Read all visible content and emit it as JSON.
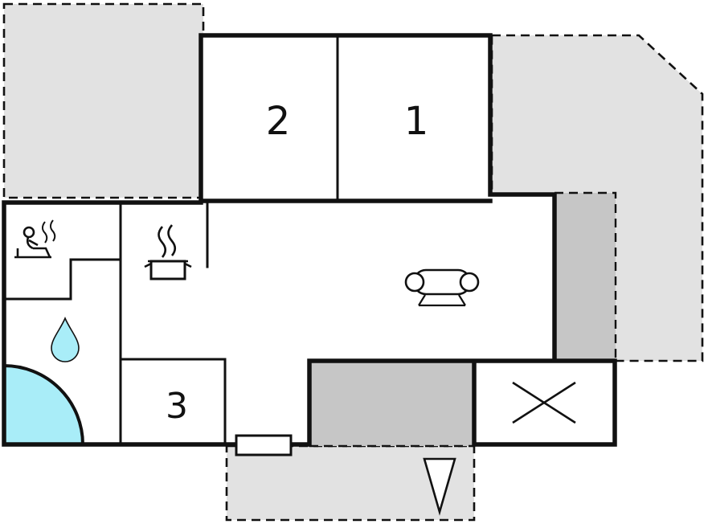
{
  "plan": {
    "title": "holiday-home-floor-plan",
    "rooms": [
      {
        "key": "bedroom-1",
        "number": "1"
      },
      {
        "key": "bedroom-2",
        "number": "2"
      },
      {
        "key": "room-3",
        "number": "3"
      }
    ],
    "icons": [
      {
        "name": "sauna-icon"
      },
      {
        "name": "stove-pot-icon"
      },
      {
        "name": "sofa-icon"
      },
      {
        "name": "water-drop-icon"
      },
      {
        "name": "corner-bath-icon"
      },
      {
        "name": "diagonal-cross-icon"
      },
      {
        "name": "entrance-arrow-icon"
      }
    ]
  },
  "colors": {
    "background": "#ffffff",
    "wall": "#111111",
    "terrace_light": "#e2e2e2",
    "terrace_dark": "#c6c6c6",
    "water": "#a9edf8"
  }
}
